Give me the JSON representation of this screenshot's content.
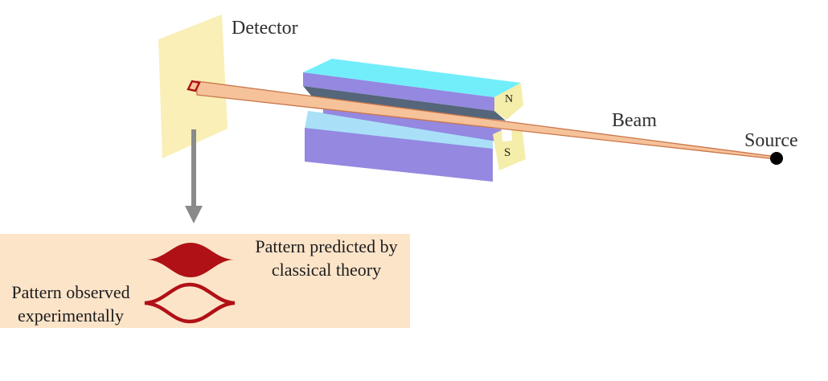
{
  "diagram": {
    "labels": {
      "detector": "Detector",
      "beam": "Beam",
      "source": "Source",
      "north_pole": "N",
      "south_pole": "S"
    },
    "colors": {
      "detector_panel": "#f9efb7",
      "beam_fill": "#f6c29a",
      "beam_stroke": "#c9764b",
      "spot_outline": "#b01015",
      "magnet_top_face": "#72eefb",
      "magnet_purple": "#9488e0",
      "magnet_dark_wedge": "#55657a",
      "magnet_light_blue": "#a9e0f8",
      "pole_face": "#f5edaa",
      "source_dot": "#000000",
      "arrow": "#8a8a8a"
    },
    "inset": {
      "background": "#fce4c9",
      "pattern_color": "#b01116",
      "classical_label_line1": "Pattern predicted by",
      "classical_label_line2": "classical theory",
      "observed_label_line1": "Pattern observed",
      "observed_label_line2": "experimentally"
    }
  }
}
